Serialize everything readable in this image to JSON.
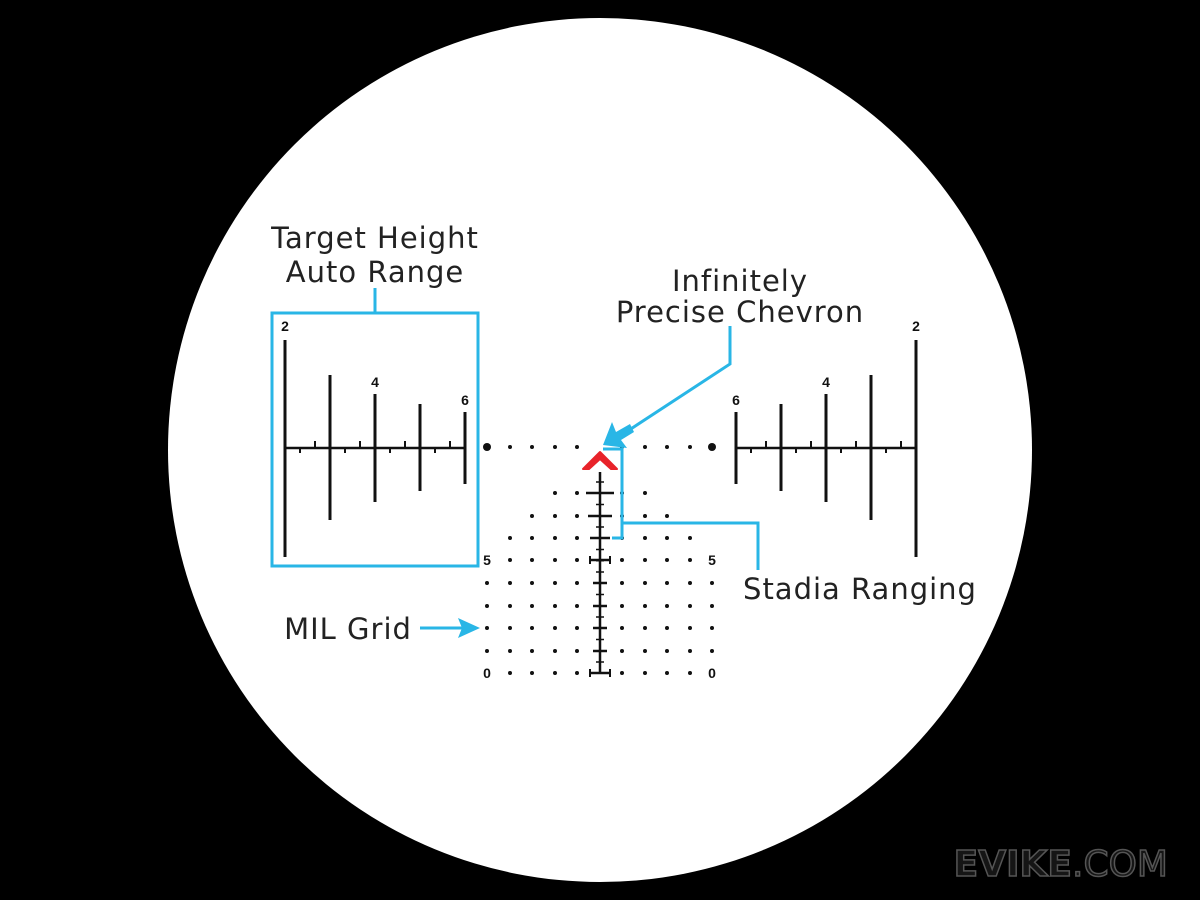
{
  "colors": {
    "background": "#000000",
    "scope": "#ffffff",
    "reticle": "#111111",
    "annotation": "#29b6e6",
    "chevron": "#e8232a"
  },
  "labels": {
    "target_height_line1": "Target Height",
    "target_height_line2": "Auto Range",
    "chevron_line1": "Infinitely",
    "chevron_line2": "Precise Chevron",
    "stadia": "Stadia Ranging",
    "mil_grid": "MIL Grid"
  },
  "scale_numbers": {
    "left": [
      "2",
      "4",
      "6"
    ],
    "right": [
      "6",
      "4",
      "2"
    ],
    "grid_five": "5",
    "grid_zero": "0"
  },
  "watermark": {
    "bold": "EVIKE",
    "light": ".COM"
  }
}
